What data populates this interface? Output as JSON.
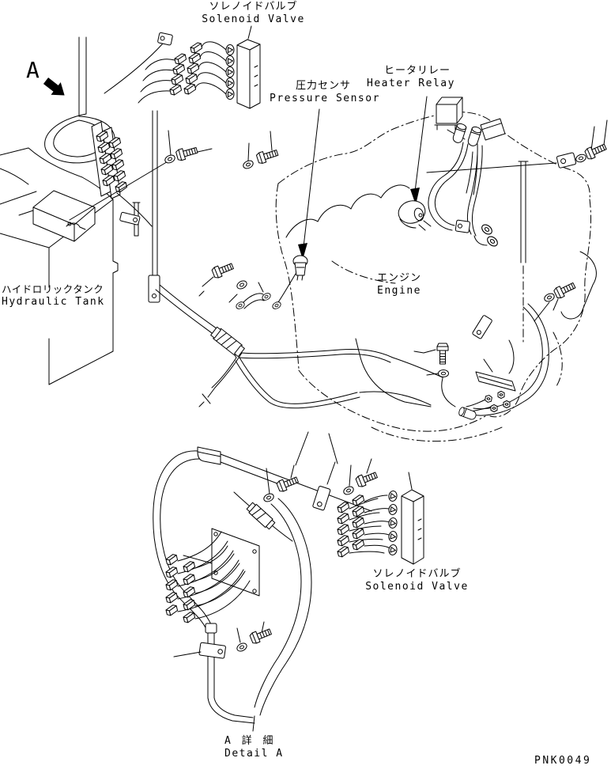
{
  "diagram": {
    "view_marker": "A",
    "drawing_number": "PNK0049",
    "labels": {
      "solenoid_valve_top": {
        "jp": "ソレノイドバルブ",
        "en": "Solenoid Valve"
      },
      "pressure_sensor": {
        "jp": "圧力センサ",
        "en": "Pressure Sensor"
      },
      "heater_relay": {
        "jp": "ヒータリレー",
        "en": "Heater Relay"
      },
      "hydraulic_tank": {
        "jp": "ハイドロリックタンク",
        "en": "Hydraulic Tank"
      },
      "engine": {
        "jp": "エンジン",
        "en": "Engine"
      },
      "solenoid_valve_bottom": {
        "jp": "ソレノイドバルブ",
        "en": "Solenoid Valve"
      },
      "detail_a": {
        "jp": "A 詳 細",
        "en": "Detail A"
      }
    },
    "colors": {
      "line": "#000000",
      "background": "#ffffff"
    }
  }
}
